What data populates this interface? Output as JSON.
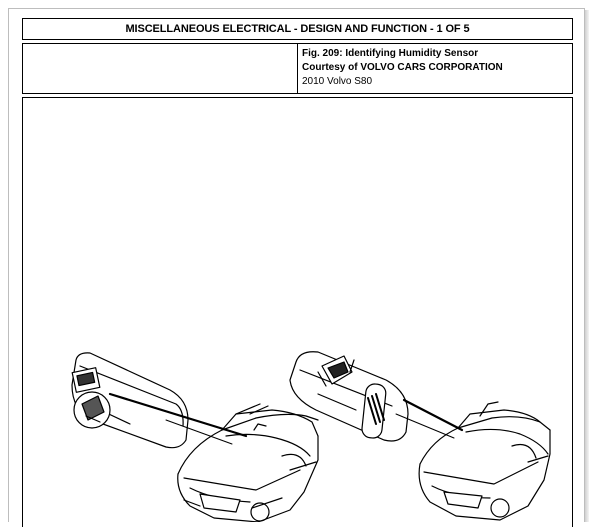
{
  "header": {
    "title": "MISCELLANEOUS ELECTRICAL - DESIGN AND FUNCTION - 1 OF 5"
  },
  "caption": {
    "figure": "Fig. 209: Identifying Humidity Sensor",
    "courtesy": "Courtesy of VOLVO CARS CORPORATION",
    "vehicle": "2010 Volvo S80"
  }
}
